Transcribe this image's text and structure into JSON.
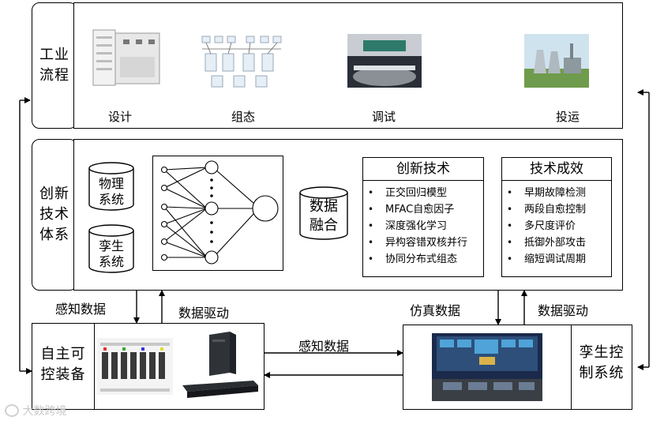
{
  "industrial_process": {
    "label": "工业\n流程",
    "stages": [
      "设计",
      "组态",
      "调试",
      "投运"
    ]
  },
  "innovation_system": {
    "label": "创新\n技术\n体系",
    "physical_system": "物理\n系统",
    "twin_system": "孪生\n系统",
    "data_fusion": "数据\n融合",
    "innovation_tech": {
      "title": "创新技术",
      "items": [
        "正交回归模型",
        "MFAC自愈因子",
        "深度强化学习",
        "异构容错双核并行",
        "协同分布式组态"
      ]
    },
    "tech_results": {
      "title": "技术成效",
      "items": [
        "早期故障检测",
        "两段自愈控制",
        "多尺度评价",
        "抵御外部攻击",
        "缩短调试周期"
      ]
    }
  },
  "flows": {
    "sense_data_left": "感知数据",
    "data_drive_left": "数据驱动",
    "sim_data": "仿真数据",
    "data_drive_right": "数据驱动",
    "sense_data_middle": "感知数据"
  },
  "autonomous_equipment": {
    "label": "自主可\n控装备"
  },
  "twin_control": {
    "label": "孪生控\n制系统"
  },
  "watermark": "大数跨境",
  "colors": {
    "line": "#000000",
    "screen_bg": "#1b2a4a",
    "plant_sky": "#cfe3ee",
    "plant_green": "#6f9b4c"
  }
}
